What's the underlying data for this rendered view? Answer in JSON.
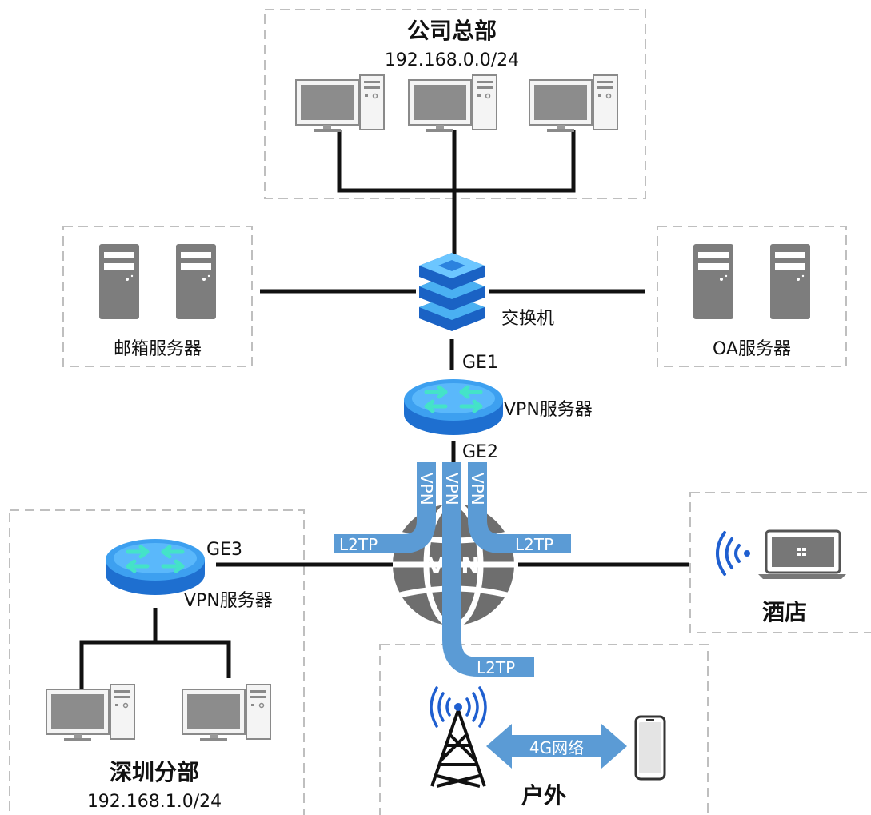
{
  "headquarters": {
    "title": "公司总部",
    "subnet": "192.168.0.0/24"
  },
  "switch": {
    "label": "交换机"
  },
  "mail_server": {
    "label": "邮箱服务器"
  },
  "oa_server": {
    "label": "OA服务器"
  },
  "vpn_server_main": {
    "label": "VPN服务器",
    "port_up": "GE1",
    "port_down": "GE2"
  },
  "branch": {
    "title": "深圳分部",
    "subnet": "192.168.1.0/24",
    "vpn_label": "VPN服务器",
    "port": "GE3"
  },
  "hotel": {
    "label": "酒店"
  },
  "outdoor": {
    "label": "户外",
    "network_label": "4G网络"
  },
  "internet": {
    "label": "VPN"
  },
  "tunnels": {
    "vertical_text": "VPN",
    "protocol": "L2TP"
  },
  "colors": {
    "tunnel": "#5b9bd5",
    "dashed_border": "#bfbfbf",
    "line": "#111111",
    "globe": "#6e6e6e"
  },
  "icons": [
    "desktop-computer-icon",
    "tower-server-icon",
    "switch-icon",
    "router-icon",
    "globe-icon",
    "laptop-icon",
    "wifi-icon",
    "cell-tower-icon",
    "smartphone-icon"
  ]
}
